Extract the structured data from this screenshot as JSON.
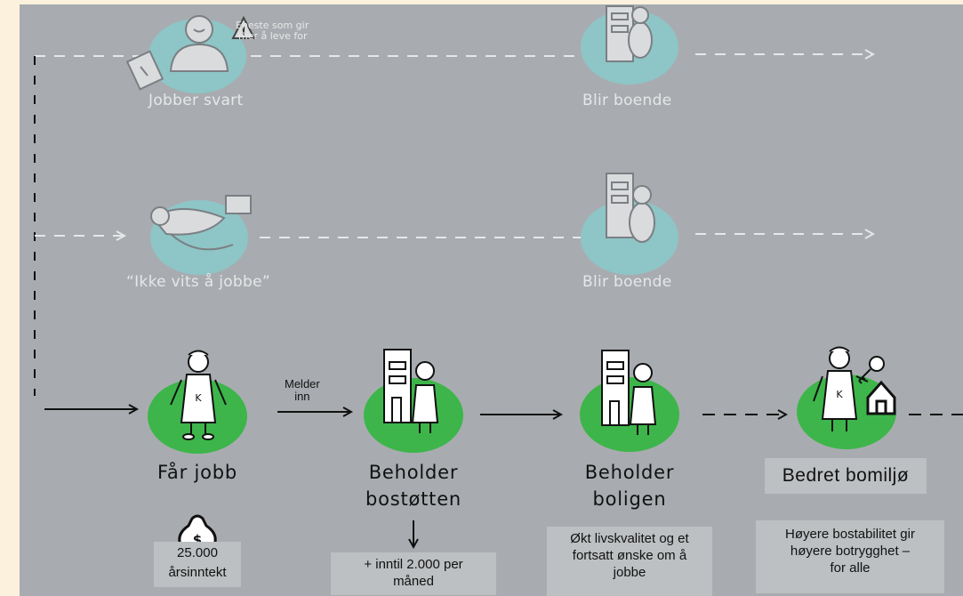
{
  "top_row": {
    "speech": [
      "Eneste som gir",
      "mer å leve for"
    ],
    "left_label": "Jobber svart",
    "right_label": "Blir boende"
  },
  "middle_row": {
    "left_label": "“Ikke vits å jobbe”",
    "right_label": "Blir boende"
  },
  "bottom_row": {
    "melder": [
      "Melder",
      "inn"
    ],
    "steps": [
      {
        "title": "Får jobb"
      },
      {
        "title": [
          "Beholder",
          "bostøtten"
        ]
      },
      {
        "title": [
          "Beholder",
          "boligen"
        ]
      },
      {
        "title": "Bedret bomiljø"
      }
    ],
    "notes": {
      "income_amount": "25.000",
      "income_label": "årsinntekt",
      "bostotte": [
        "+ inntil 2.000 per",
        "måned"
      ],
      "bolig": [
        "Økt livskvalitet og et",
        "fortsatt ønske om å",
        "jobbe"
      ],
      "bomiljo": [
        "Høyere bostabilitet gir",
        "høyere botrygghet –",
        "for alle"
      ]
    },
    "money_symbol": "$",
    "shirt_letter": "K"
  },
  "colors": {
    "background": "#a8acb0",
    "page": "#fbf1dd",
    "active_circle": "#3db54a",
    "faded_circle": "#8ec5c6"
  },
  "icons": [
    "person-icon",
    "building-icon",
    "key-icon",
    "house-icon",
    "money-bag-icon",
    "warning-icon",
    "wrench-icon",
    "reclining-person-icon",
    "tv-icon"
  ]
}
